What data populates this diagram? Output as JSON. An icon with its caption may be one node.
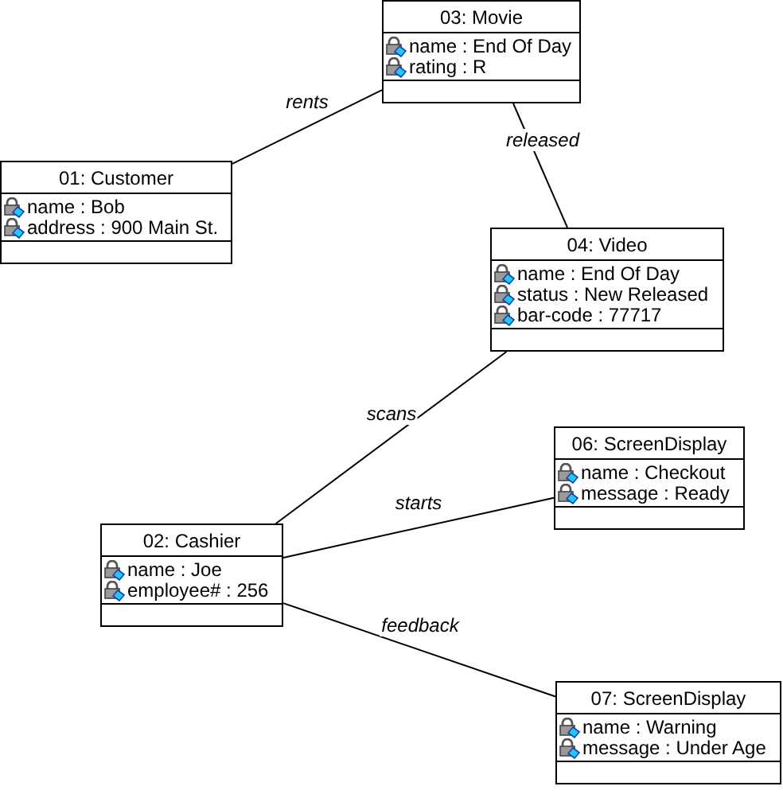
{
  "diagram": {
    "nodes": [
      {
        "text": [
          "03: Movie",
          "name : End Of Day",
          "rating : R"
        ]
      },
      {
        "text": [
          "01: Customer",
          "name : Bob",
          "address : 900 Main St."
        ]
      },
      {
        "text": [
          "04: Video",
          "name : End Of Day",
          "status : New Released",
          "bar-code : 77717"
        ]
      },
      {
        "text": [
          "06: ScreenDisplay",
          "name : Checkout",
          "message : Ready"
        ]
      },
      {
        "text": [
          "02: Cashier",
          "name : Joe",
          "employee# : 256"
        ]
      },
      {
        "text": [
          "07: ScreenDisplay",
          "name : Warning",
          "message : Under Age"
        ]
      }
    ],
    "edges": [
      {
        "from": 1,
        "to": 0,
        "arrow": "none",
        "label": "rents"
      },
      {
        "from": 0,
        "to": 2,
        "arrow": "none",
        "label": "released"
      },
      {
        "from": 4,
        "to": 2,
        "arrow": "none",
        "label": "scans"
      },
      {
        "from": 4,
        "to": 3,
        "arrow": "none",
        "label": "starts"
      },
      {
        "from": 4,
        "to": 5,
        "arrow": "none",
        "label": "feedback"
      }
    ]
  }
}
